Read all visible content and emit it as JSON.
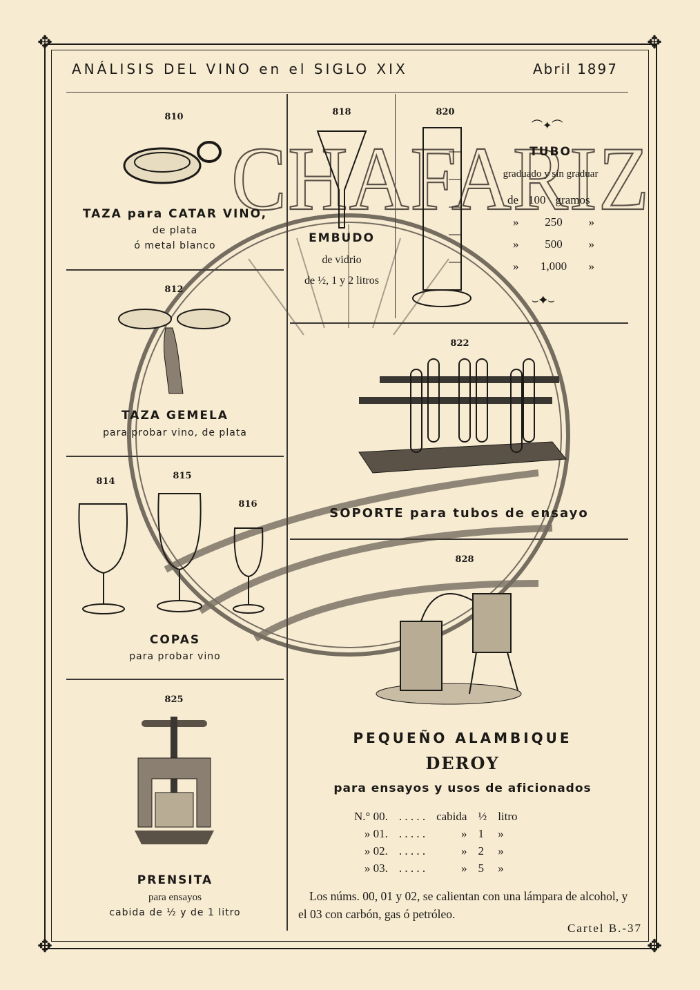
{
  "header": {
    "title": "ANÁLISIS DEL VINO en el SIGLO XIX",
    "date": "Abril 1897"
  },
  "watermark": {
    "text": "CHAFARIZ"
  },
  "items": {
    "taza": {
      "number": "810",
      "title": "TAZA para CATAR VINO,",
      "lines": [
        "de plata",
        "ó metal blanco"
      ]
    },
    "embudo": {
      "number": "818",
      "title": "EMBUDO",
      "lines": [
        "de vidrio",
        "de ½, 1 y 2 litros"
      ]
    },
    "tubo_num": "820",
    "tubo": {
      "title": "TUBO",
      "subtitle": "graduado y sin graduar",
      "sizes": [
        {
          "prefix": "de",
          "value": "100",
          "unit": "gramos"
        },
        {
          "prefix": "»",
          "value": "250",
          "unit": "»"
        },
        {
          "prefix": "»",
          "value": "500",
          "unit": "»"
        },
        {
          "prefix": "»",
          "value": "1,000",
          "unit": "»"
        }
      ]
    },
    "gemela": {
      "number": "812",
      "title": "TAZA GEMELA",
      "lines": [
        "para probar vino, de plata"
      ]
    },
    "soporte": {
      "number": "822",
      "title": "SOPORTE para tubos de ensayo"
    },
    "copas": {
      "numbers": [
        "814",
        "815",
        "816"
      ],
      "title": "COPAS",
      "lines": [
        "para probar vino"
      ]
    },
    "alambique_num": "828",
    "prensita": {
      "number": "825",
      "title": "PRENSITA",
      "lines": [
        "para ensayos",
        "cabida de ½ y de 1 litro"
      ]
    },
    "alambique": {
      "title": "PEQUEÑO ALAMBIQUE",
      "brand": "DEROY",
      "subtitle": "para ensayos y usos de aficionados",
      "rows": [
        {
          "no": "N.° 00.",
          "dots": ". . . . .",
          "label": "cabida",
          "qty": "½",
          "unit": "litro"
        },
        {
          "no": "» 01.",
          "dots": ". . . . .",
          "label": "»",
          "qty": "1",
          "unit": "»"
        },
        {
          "no": "» 02.",
          "dots": ". . . . .",
          "label": "»",
          "qty": "2",
          "unit": "»"
        },
        {
          "no": "» 03.",
          "dots": ". . . . .",
          "label": "»",
          "qty": "5",
          "unit": "»"
        }
      ],
      "note": "Los núms. 00, 01 y 02, se calientan con una lámpara de alcohol, y el 03 con carbón, gas ó petróleo."
    }
  },
  "footer": {
    "cartel": "Cartel B.-37"
  }
}
